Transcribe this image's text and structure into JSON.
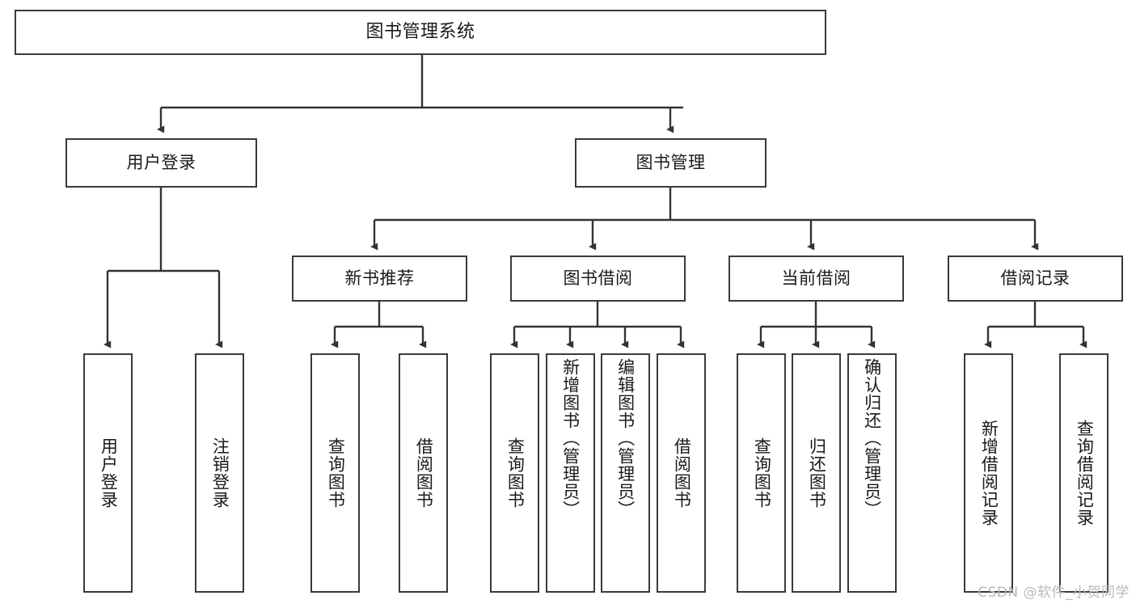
{
  "diagram": {
    "title": "图书管理系统",
    "type": "tree-hierarchy",
    "style": {
      "box_border_color": "#3a3a3a",
      "box_fill_color": "#ffffff",
      "line_color": "#333333",
      "text_color": "#1a1a1a",
      "background": "#ffffff"
    }
  },
  "root": {
    "label": "图书管理系统"
  },
  "level2": [
    {
      "label": "用户登录"
    },
    {
      "label": "图书管理"
    }
  ],
  "level3": [
    {
      "label": "新书推荐"
    },
    {
      "label": "图书借阅"
    },
    {
      "label": "当前借阅"
    },
    {
      "label": "借阅记录"
    }
  ],
  "leaves": {
    "user_login": [
      {
        "label": "用户登录"
      },
      {
        "label": "注销登录"
      }
    ],
    "new_book_recommend": [
      {
        "label": "查询图书"
      },
      {
        "label": "借阅图书"
      }
    ],
    "book_borrow": [
      {
        "label": "查询图书"
      },
      {
        "label": "新增图书（管理员）"
      },
      {
        "label": "编辑图书（管理员）"
      },
      {
        "label": "借阅图书"
      }
    ],
    "current_borrow": [
      {
        "label": "查询图书"
      },
      {
        "label": "归还图书"
      },
      {
        "label": "确认归还（管理员）"
      }
    ],
    "borrow_record": [
      {
        "label": "新增借阅记录"
      },
      {
        "label": "查询借阅记录"
      }
    ]
  },
  "watermark": {
    "text": "CSDN @软件_小贺同学"
  }
}
